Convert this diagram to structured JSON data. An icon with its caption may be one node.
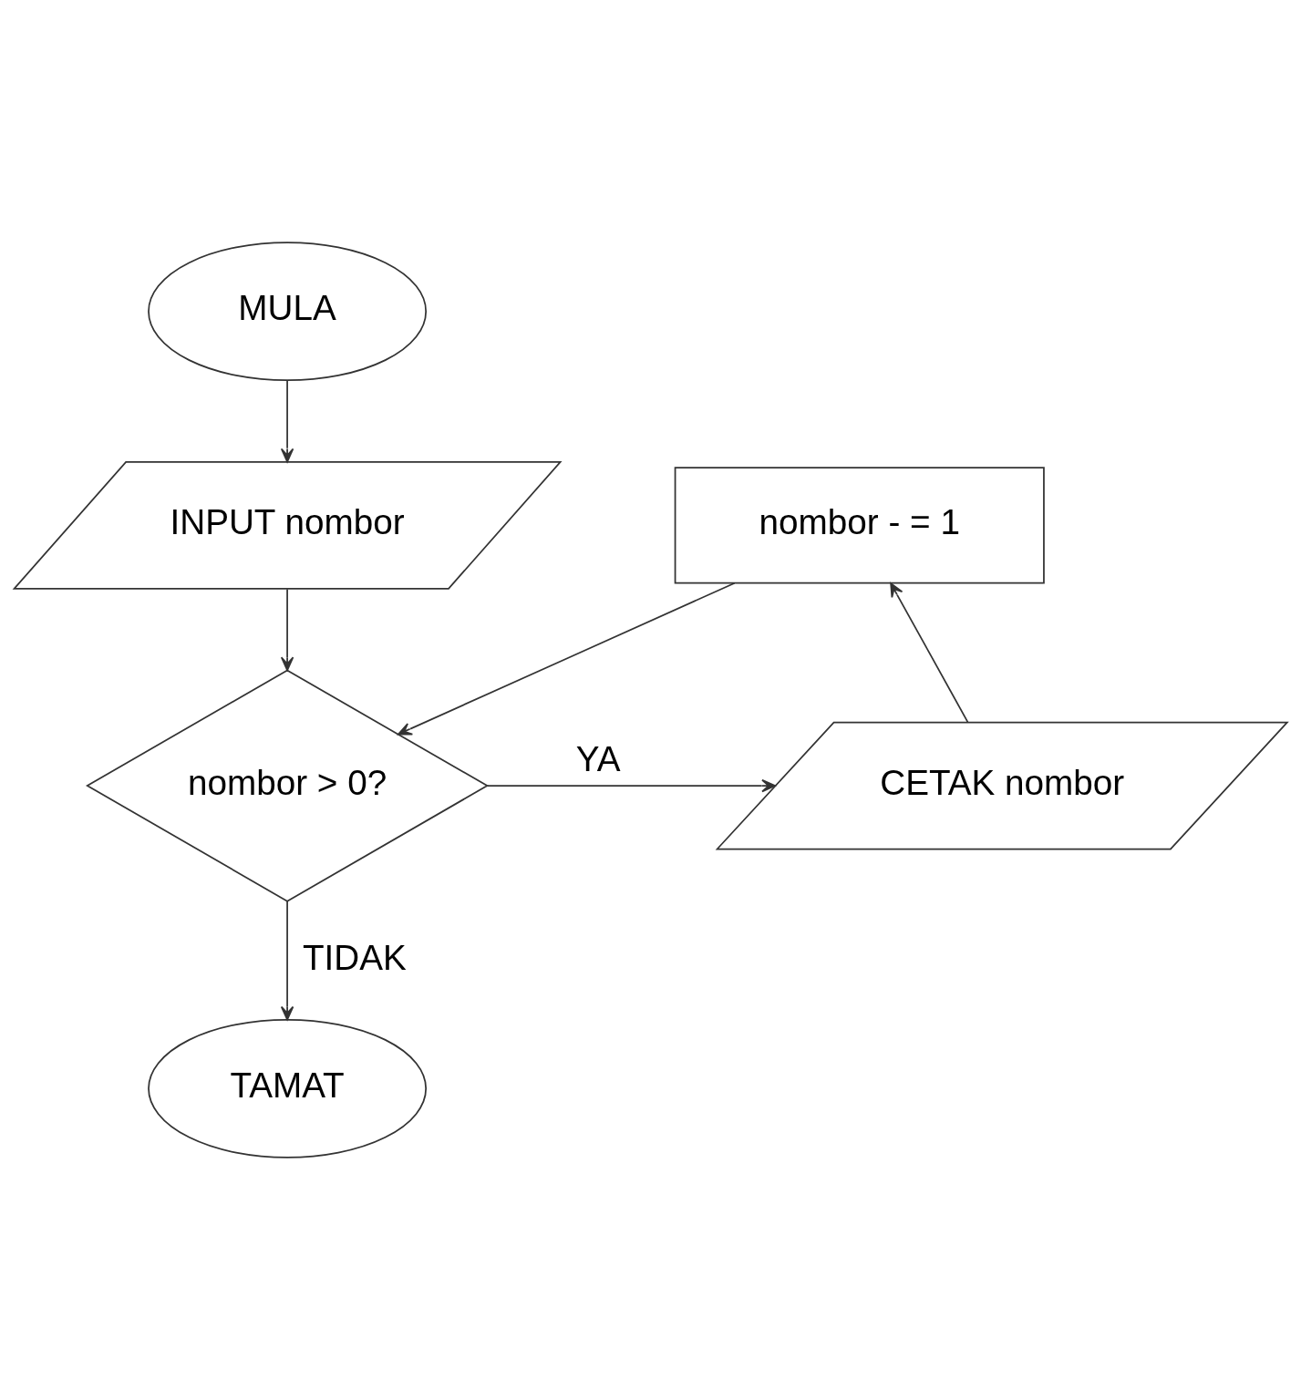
{
  "diagram": {
    "nodes": [
      {
        "text": [
          "MULA"
        ]
      },
      {
        "text": [
          "INPUT nombor"
        ]
      },
      {
        "text": [
          "nombor > 0?"
        ]
      },
      {
        "text": [
          "CETAK nombor"
        ]
      },
      {
        "text": [
          "nombor - = 1"
        ]
      },
      {
        "text": [
          "TAMAT"
        ]
      }
    ],
    "edges": [
      {
        "from": 0,
        "to": 1,
        "arrow": "to"
      },
      {
        "from": 1,
        "to": 2,
        "arrow": "to"
      },
      {
        "from": 2,
        "to": 3,
        "arrow": "to",
        "label": "YA"
      },
      {
        "from": 3,
        "to": 4,
        "arrow": "to"
      },
      {
        "from": 4,
        "to": 2,
        "arrow": "to"
      },
      {
        "from": 2,
        "to": 5,
        "arrow": "to",
        "label": "TIDAK"
      }
    ]
  }
}
